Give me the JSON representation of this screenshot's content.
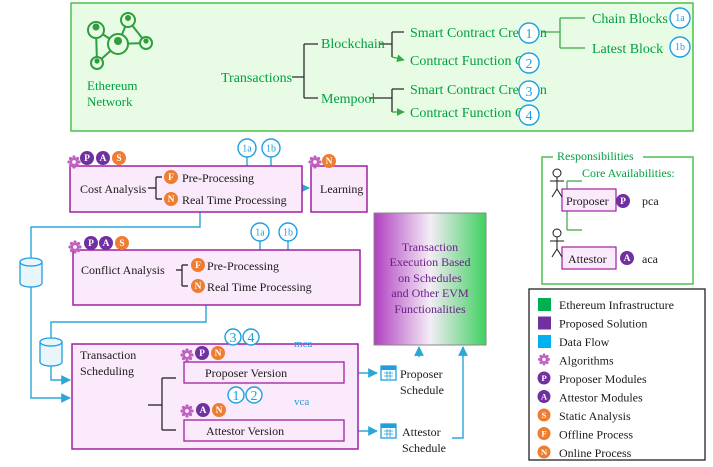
{
  "network": {
    "label_line1": "Ethereum",
    "label_line2": "Network",
    "transactions": "Transactions",
    "blockchain": "Blockchain",
    "mempool": "Mempool",
    "smart_contract_creation": "Smart Contract Creation",
    "contract_function_call": "Contract Function Call",
    "smart_contract_creation_2": "Smart Contract Creation",
    "contract_function_call_2": "Contract Function Call",
    "chain_blocks": "Chain Blocks",
    "latest_block": "Latest Block",
    "n1": "1",
    "n2": "2",
    "n3": "3",
    "n4": "4",
    "n1a": "1a",
    "n1b": "1b"
  },
  "markers": {
    "p": "P",
    "a": "A",
    "s": "S",
    "f": "F",
    "n": "N",
    "num1a": "1a",
    "num1b": "1b",
    "num1": "1",
    "num2": "2",
    "num3": "3",
    "num4": "4"
  },
  "cost_analysis": {
    "title": "Cost Analysis",
    "pre_processing": "Pre-Processing",
    "real_time_processing": "Real Time Processing"
  },
  "learning": {
    "title": "Learning"
  },
  "conflict_analysis": {
    "title": "Conflict Analysis",
    "pre_processing": "Pre-Processing",
    "real_time_processing": "Real Time Processing"
  },
  "scheduling": {
    "title_line1": "Transaction",
    "title_line2": "Scheduling",
    "proposer_version": "Proposer Version",
    "attestor_version": "Attestor Version",
    "mca": "mca",
    "vca": "vca"
  },
  "schedules": {
    "proposer_line1": "Proposer",
    "proposer_line2": "Schedule",
    "attestor_line1": "Attestor",
    "attestor_line2": "Schedule"
  },
  "execution": {
    "line1": "Transaction",
    "line2": "Execution Based",
    "line3": "on Schedules",
    "line4": "and Other EVM",
    "line5": "Functionalities"
  },
  "responsibilities": {
    "title": "Responsibilities",
    "core_availabilities": "Core Availabilities:",
    "proposer": "Proposer",
    "attestor": "Attestor",
    "pca": "pca",
    "aca": "aca"
  },
  "legend": {
    "items": [
      {
        "label": "Ethereum Infrastructure",
        "color": "#00b050",
        "kind": "square"
      },
      {
        "label": "Proposed Solution",
        "color": "#7030a0",
        "kind": "square"
      },
      {
        "label": "Data Flow",
        "color": "#00b0f0",
        "kind": "square"
      },
      {
        "label": "Algorithms",
        "color": "#c060c0",
        "kind": "gear"
      },
      {
        "label": "Proposer Modules",
        "color": "#7030a0",
        "kind": "circle",
        "letter": "P"
      },
      {
        "label": "Attestor Modules",
        "color": "#7030a0",
        "kind": "circle",
        "letter": "A"
      },
      {
        "label": "Static Analysis",
        "color": "#ed7d31",
        "kind": "circle",
        "letter": "S"
      },
      {
        "label": "Offline Process",
        "color": "#ed7d31",
        "kind": "circle",
        "letter": "F"
      },
      {
        "label": "Online Process",
        "color": "#ed7d31",
        "kind": "circle",
        "letter": "N"
      }
    ]
  },
  "colors": {
    "infra_fill": "#e8fce5",
    "infra_stroke": "#4cc24c",
    "purple_fill": "#fbeafb",
    "purple_stroke": "#a020a0",
    "flow": "#2aa6d8",
    "proposer_badge": "#7030a0",
    "process_badge": "#ed7d31"
  }
}
